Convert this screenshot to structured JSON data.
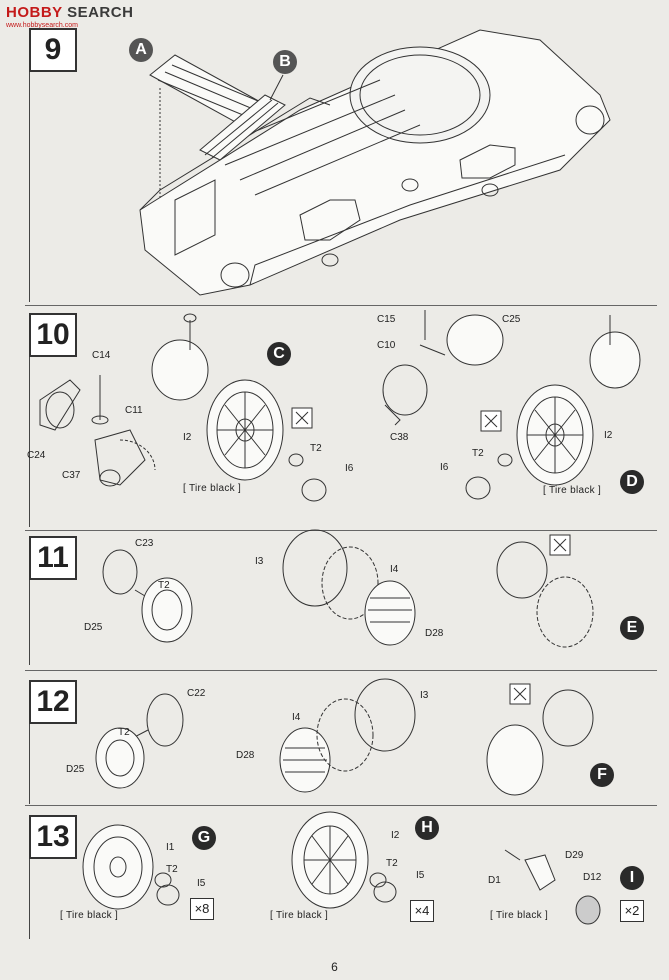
{
  "watermark": {
    "brand_a": "HO",
    "brand_b": "BBY",
    "brand_c": "SEARCH",
    "sub": "www.hobbysearch.com"
  },
  "steps": [
    "9",
    "10",
    "11",
    "12",
    "13"
  ],
  "callouts": [
    "A",
    "B",
    "C",
    "D",
    "E",
    "F",
    "G",
    "H",
    "I"
  ],
  "step10": {
    "left": [
      "C14",
      "C11",
      "C24",
      "C37",
      "I2",
      "T2",
      "I6"
    ],
    "right": [
      "C15",
      "C25",
      "C10",
      "C38",
      "I2",
      "T2",
      "I6"
    ],
    "tire_note": "[ Tire black ]"
  },
  "step11": {
    "parts": [
      "C23",
      "T2",
      "D25",
      "I3",
      "I4",
      "D28"
    ]
  },
  "step12": {
    "parts": [
      "C22",
      "T2",
      "D25",
      "I4",
      "I3",
      "D28"
    ]
  },
  "step13": {
    "g": [
      "I1",
      "T2",
      "I5"
    ],
    "g_mult": "×8",
    "h": [
      "I2",
      "T2",
      "I5"
    ],
    "h_mult": "×4",
    "i": [
      "D29",
      "D1",
      "D12"
    ],
    "i_mult": "×2",
    "tire_note": "[ Tire black ]"
  },
  "page_number": "6",
  "colors": {
    "paper": "#ecebe7",
    "line": "#333333",
    "callout": "#555555",
    "watermark_red": "#c41a1a"
  }
}
